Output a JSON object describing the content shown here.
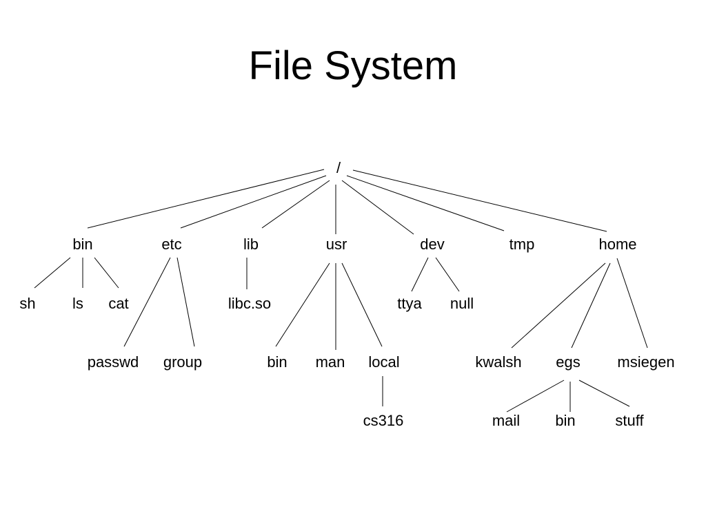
{
  "slide": {
    "title": "File System"
  },
  "tree": {
    "root": "/",
    "bin": "bin",
    "etc": "etc",
    "lib": "lib",
    "usr": "usr",
    "dev": "dev",
    "tmp": "tmp",
    "home": "home",
    "sh": "sh",
    "ls": "ls",
    "cat": "cat",
    "passwd": "passwd",
    "group": "group",
    "libc_so": "libc.so",
    "usr_bin": "bin",
    "man": "man",
    "local": "local",
    "cs316": "cs316",
    "ttya": "ttya",
    "null": "null",
    "kwalsh": "kwalsh",
    "egs": "egs",
    "msiegen": "msiegen",
    "mail": "mail",
    "egs_bin": "bin",
    "stuff": "stuff"
  }
}
